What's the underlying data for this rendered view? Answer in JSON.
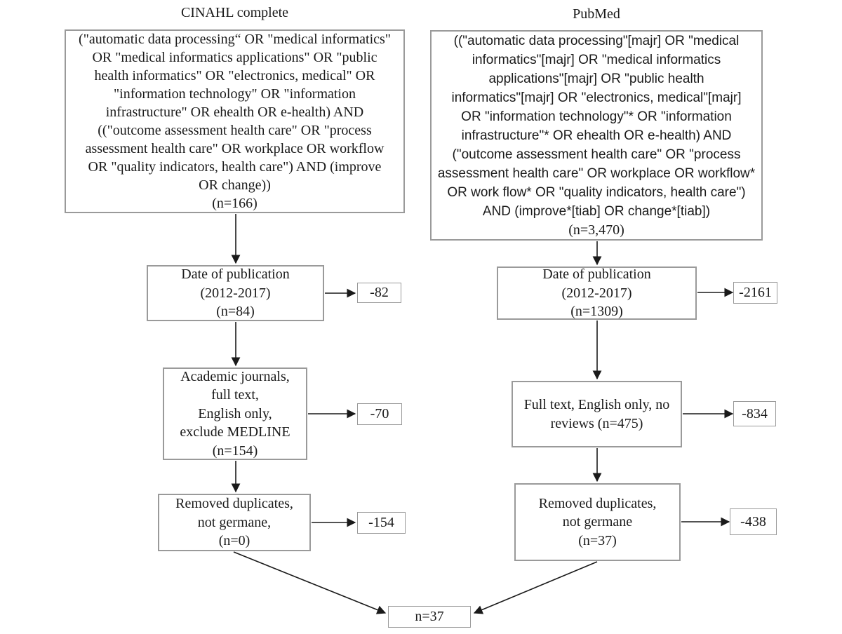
{
  "diagram": {
    "columns": [
      {
        "id": "cinahl",
        "title": "CINAHL complete",
        "query": "(\"automatic data processing“ OR \"medical informatics\"\nOR \"medical informatics applications\" OR \"public\nhealth informatics\" OR \"electronics, medical\" OR\n\"information technology\" OR \"information\ninfrastructure\" OR ehealth OR e-health) AND\n((\"outcome assessment health care\" OR \"process\nassessment health care\" OR workplace OR workflow\nOR \"quality indicators, health care\") AND (improve\nOR change))",
        "query_count": "(n=166)",
        "steps": [
          {
            "label": "Date of publication\n(2012-2017)\n(n=84)",
            "excluded": "-82"
          },
          {
            "label": "Academic journals,\nfull text,\nEnglish only,\nexclude MEDLINE\n(n=154)",
            "excluded": "-70"
          },
          {
            "label": "Removed duplicates,\nnot germane,\n(n=0)",
            "excluded": "-154"
          }
        ]
      },
      {
        "id": "pubmed",
        "title": "PubMed",
        "query": "((\"automatic data processing\"[majr] OR \"medical\ninformatics\"[majr] OR \"medical informatics\napplications\"[majr] OR \"public health\ninformatics\"[majr] OR \"electronics, medical\"[majr]\nOR \"information technology\"* OR \"information\ninfrastructure\"* OR ehealth OR e-health) AND\n(\"outcome assessment health care\" OR \"process\nassessment health care\" OR workplace OR workflow*\nOR work flow* OR \"quality indicators, health care\")\nAND (improve*[tiab] OR change*[tiab])",
        "query_count": "(n=3,470)",
        "steps": [
          {
            "label": "Date of publication\n(2012-2017)\n(n=1309)",
            "excluded": "-2161"
          },
          {
            "label": "Full text, English only, no\nreviews (n=475)",
            "excluded": "-834"
          },
          {
            "label": "Removed duplicates,\nnot germane\n(n=37)",
            "excluded": "-438"
          }
        ]
      }
    ],
    "final_count": "n=37",
    "colors": {
      "text": "#1a1a1a",
      "box_border": "#9a9a9a",
      "arrow": "#1a1a1a",
      "background": "#ffffff"
    }
  }
}
